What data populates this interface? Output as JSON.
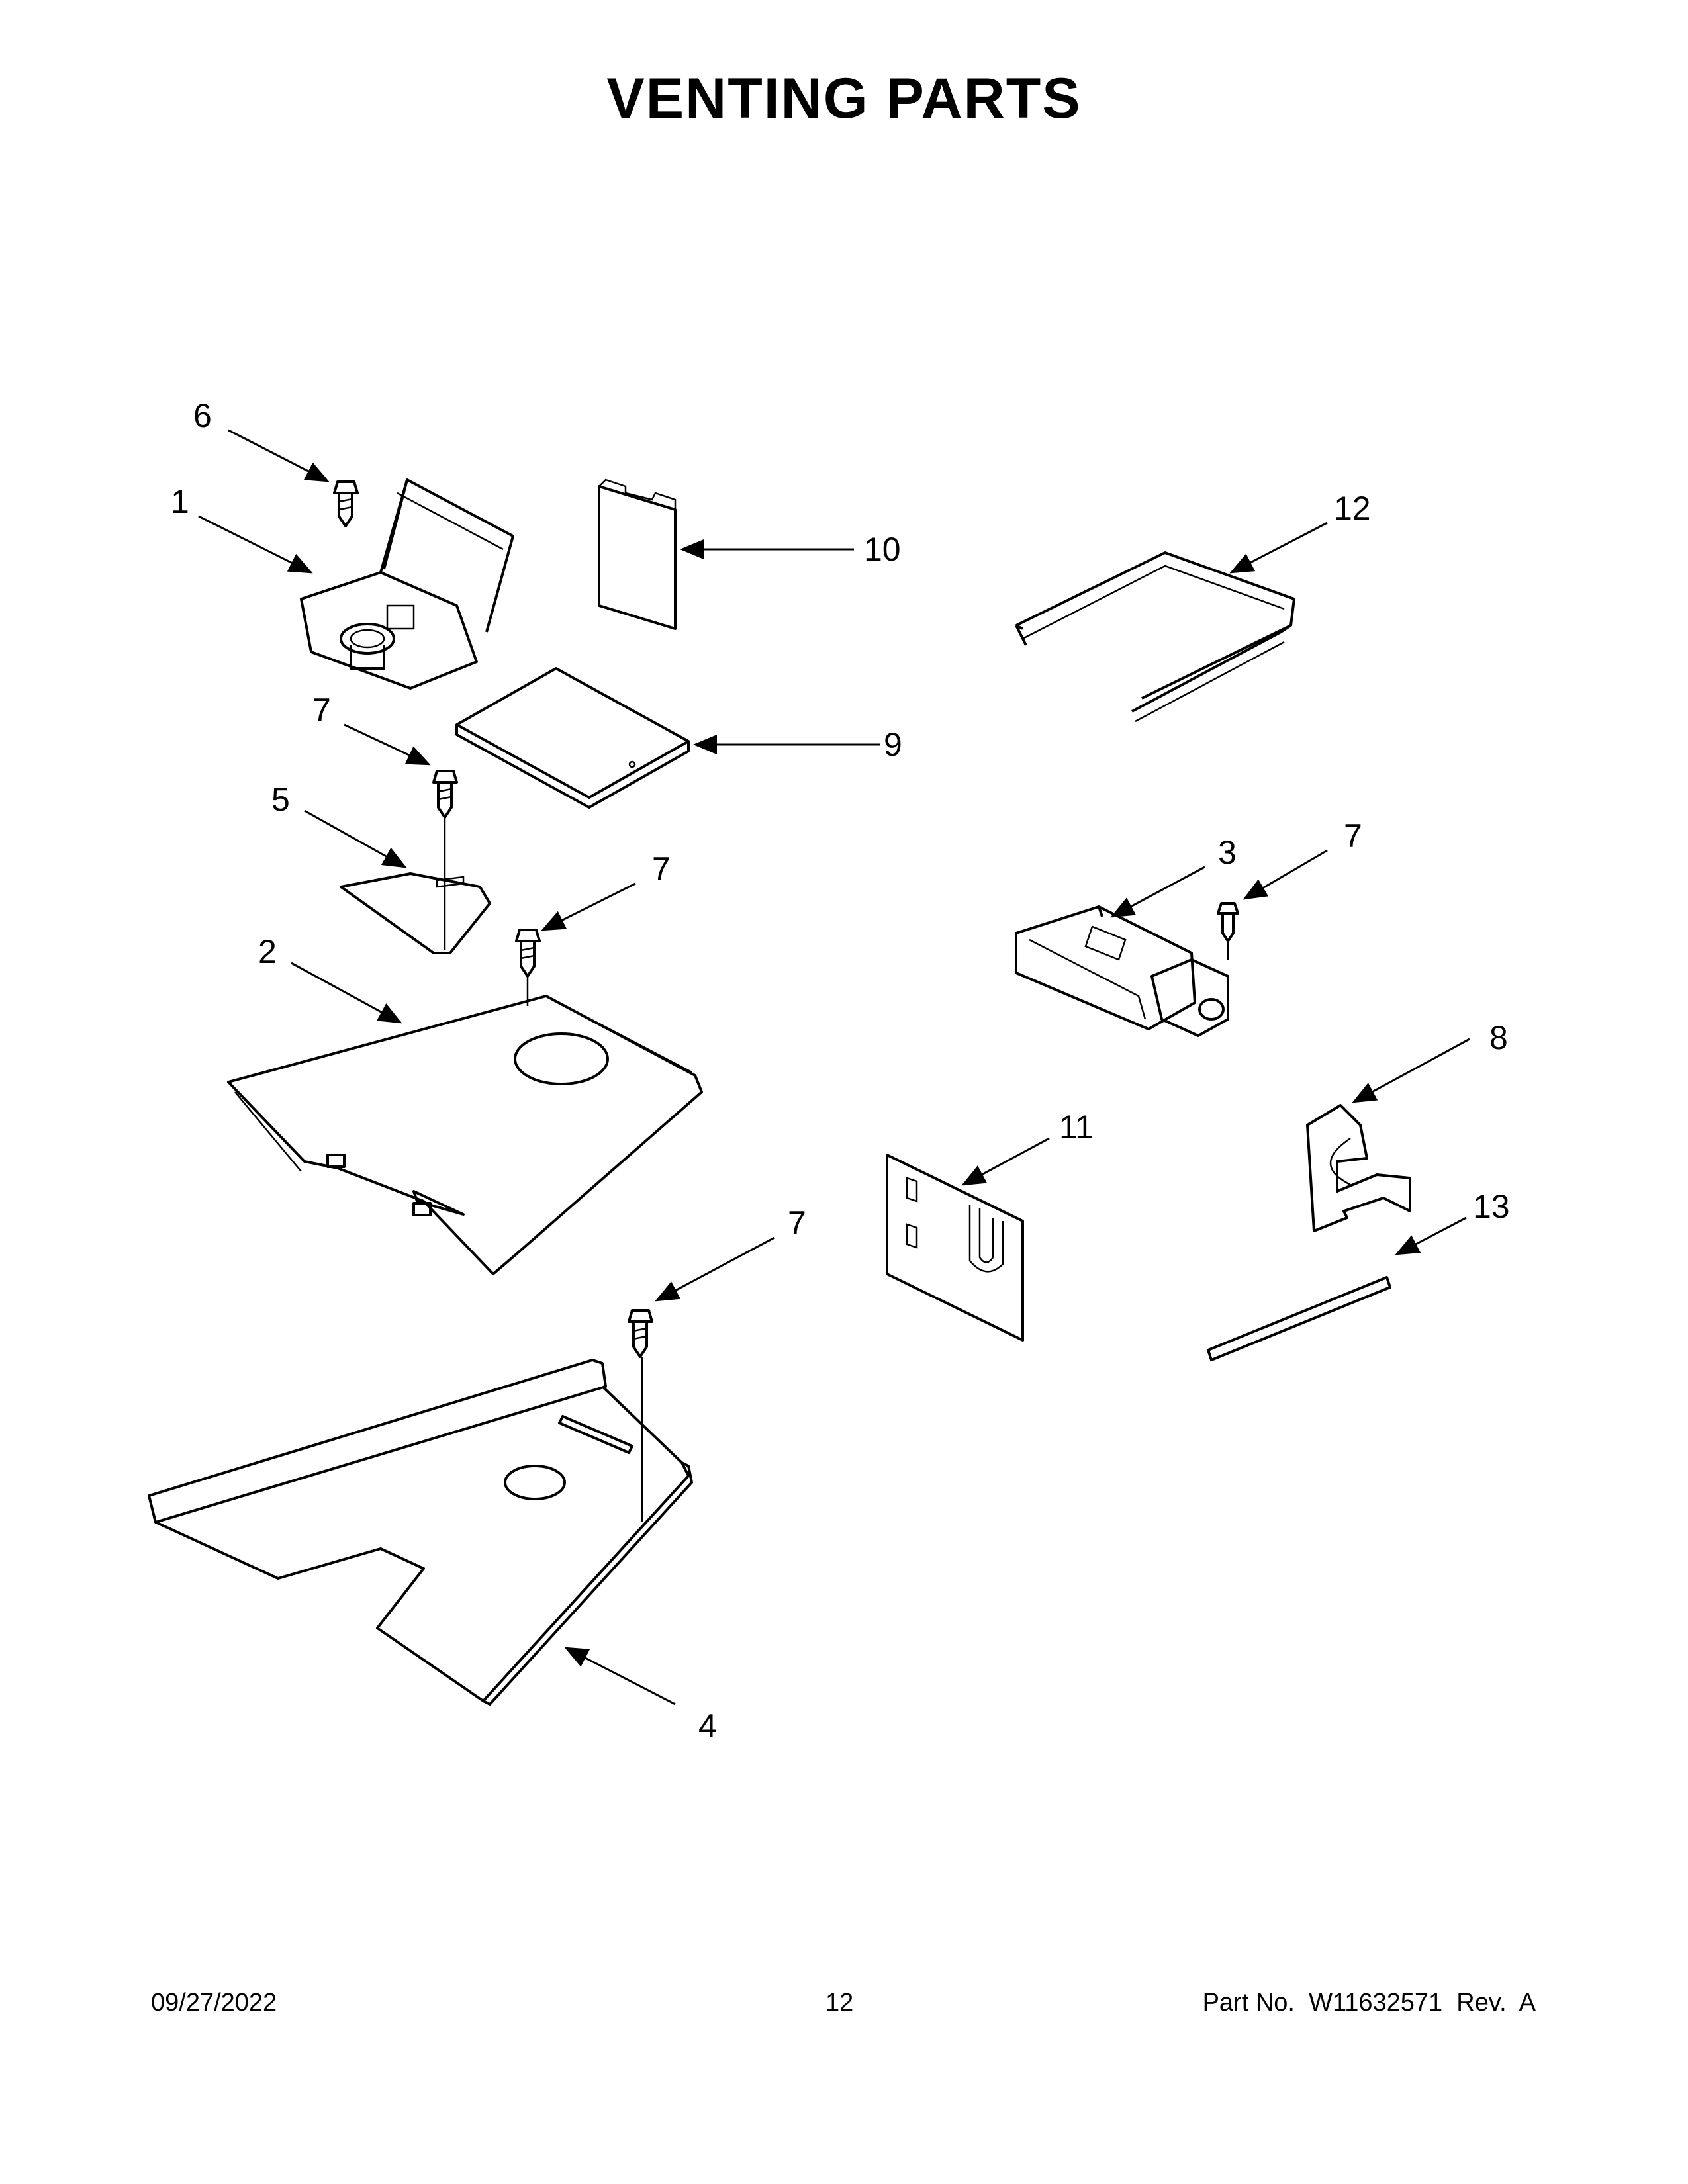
{
  "page": {
    "title": "VENTING PARTS",
    "date": "09/27/2022",
    "page_number": "12",
    "part_no": "Part No.  W11632571  Rev.  A"
  },
  "callouts": {
    "c1": "1",
    "c2": "2",
    "c3": "3",
    "c4": "4",
    "c5": "5",
    "c6": "6",
    "c7a": "7",
    "c7b": "7",
    "c7c": "7",
    "c7d": "7",
    "c8": "8",
    "c9": "9",
    "c10": "10",
    "c11": "11",
    "c12": "12",
    "c13": "13"
  }
}
